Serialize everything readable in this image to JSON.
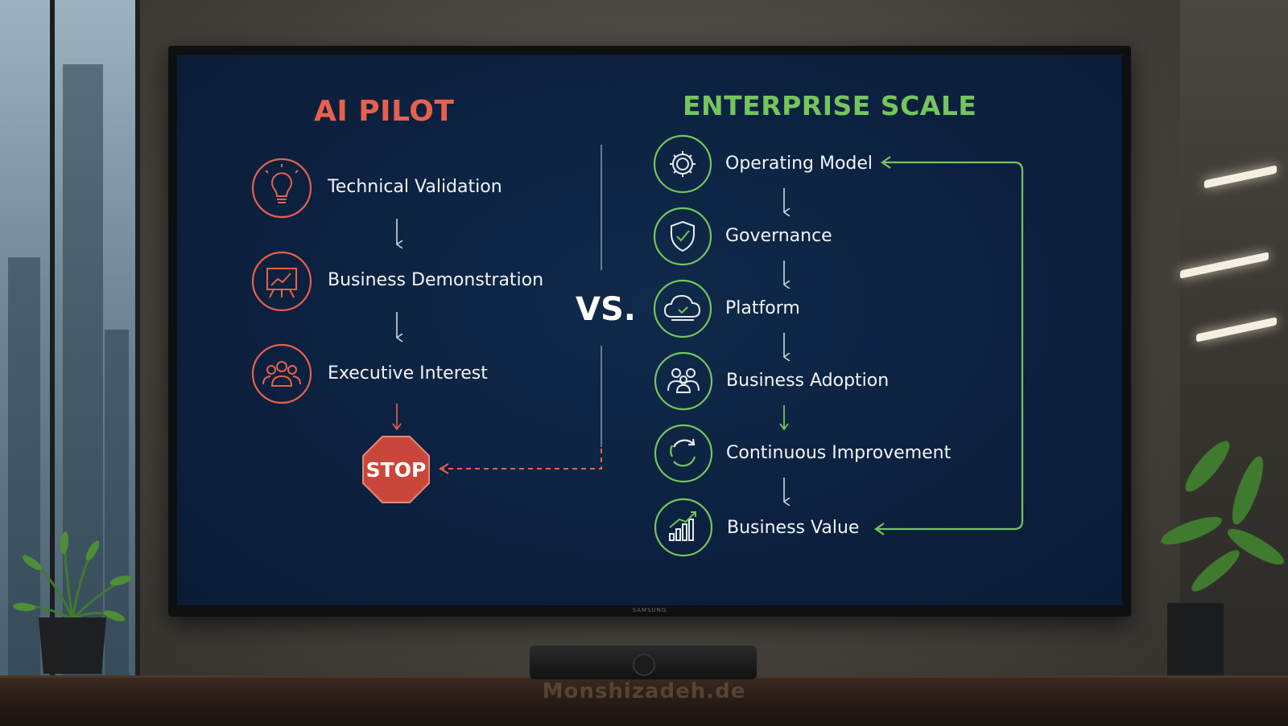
{
  "left": {
    "title": "AI PILOT",
    "color": "#e8604c",
    "steps": [
      {
        "label": "Technical Validation",
        "icon": "lightbulb-icon"
      },
      {
        "label": "Business Demonstration",
        "icon": "presentation-chart-icon"
      },
      {
        "label": "Executive Interest",
        "icon": "people-group-icon"
      }
    ],
    "stop_label": "STOP",
    "stop_color": "#c9473a"
  },
  "divider_label": "VS.",
  "right": {
    "title": "ENTERPRISE SCALE",
    "color": "#74c55d",
    "steps": [
      {
        "label": "Operating Model",
        "icon": "gear-icon"
      },
      {
        "label": "Governance",
        "icon": "shield-check-icon"
      },
      {
        "label": "Platform",
        "icon": "cloud-icon"
      },
      {
        "label": "Business Adoption",
        "icon": "people-group-icon"
      },
      {
        "label": "Continuous Improvement",
        "icon": "cycle-arrows-icon"
      },
      {
        "label": "Business Value",
        "icon": "growth-chart-icon"
      }
    ]
  },
  "tv_brand": "SAMSUNG",
  "watermark": "Monshizadeh.de"
}
